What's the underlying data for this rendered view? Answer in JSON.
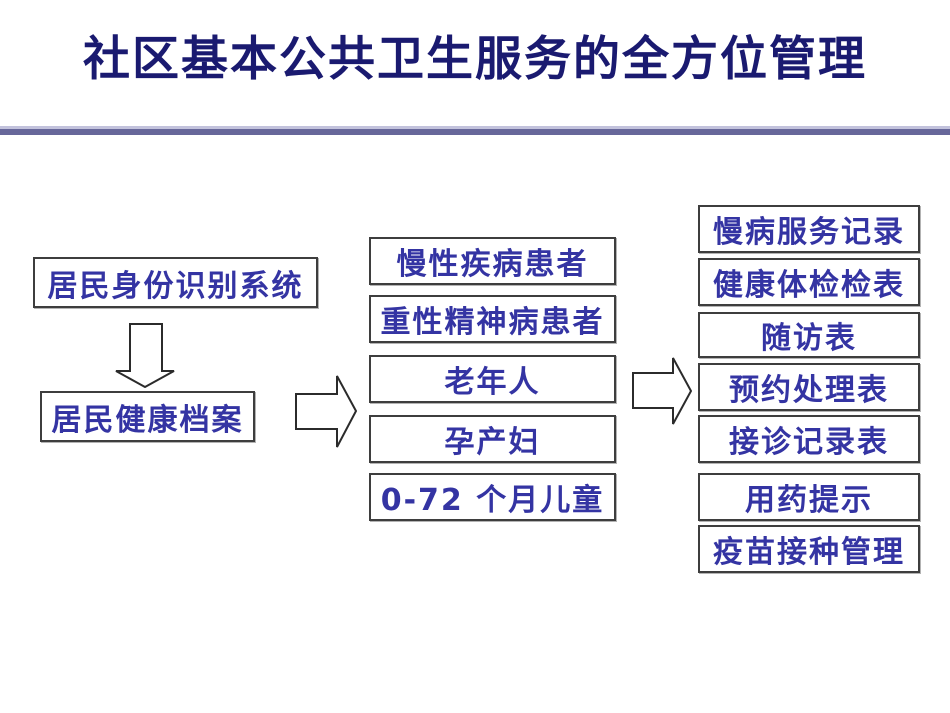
{
  "slide": {
    "title": "社区基本公共卫生服务的全方位管理"
  },
  "diagram": {
    "identity_system": "居民身份识别系统",
    "health_archive": "居民健康档案",
    "population_groups": [
      "慢性疾病患者",
      "重性精神病患者",
      "老年人",
      "孕产妇",
      "0-72 个月儿童"
    ],
    "service_records": [
      "慢病服务记录",
      "健康体检检表",
      "随访表",
      "预约处理表",
      "接诊记录表",
      "用药提示",
      "疫苗接种管理"
    ],
    "icons": {
      "down_arrow": "block-arrow-down",
      "right_arrow": "block-arrow-right"
    }
  },
  "colors": {
    "background": "#ffffff",
    "title_text": "#1a1a70",
    "box_text": "#3434a3",
    "box_border": "#3e3e3e",
    "divider_main": "#67679a",
    "divider_light": "#c2c2dc"
  }
}
